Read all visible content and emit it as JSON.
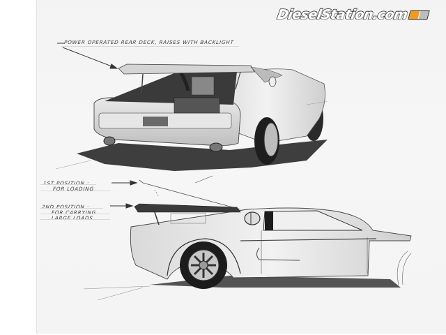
{
  "watermark": {
    "text": "DieselStation.com",
    "badge_colors": [
      "#f29a1e",
      "#bdbdbd"
    ]
  },
  "annotations": {
    "rear_deck": "Power operated rear deck, raises with backlight",
    "position_1": {
      "title": "1st Position :",
      "line1": "For loading"
    },
    "position_2": {
      "title": "2nd Position :",
      "line1": "For carrying",
      "line2": "large loads"
    }
  },
  "illustrations": {
    "top": "rear-three-quarter-view-car-sketch",
    "bottom": "side-profile-view-car-sketch"
  },
  "colors": {
    "paper": "#f4f4f4",
    "ink": "#2b2b2b",
    "marker_mid": "#8a8a8a",
    "shadow": "#3c3c3c"
  }
}
